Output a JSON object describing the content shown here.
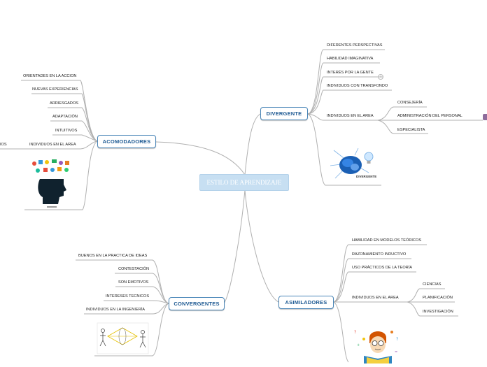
{
  "central": "ESTILO DE APRENDIZAJE",
  "branches": {
    "acomodadores": "ACOMODADORES",
    "divergente": "DIVERGENTE",
    "convergentes": "CONVERGENTES",
    "asimiladores": "ASIMILADORES"
  },
  "acomodadores_items": [
    "ORIENTADES EN LA ACCION",
    "NUEVAS EXPERIENCIAS",
    "ARRIESGADOS",
    "ADAPTACIÓN",
    "INTUITIVOS",
    "INDIVIDUOS EN EL AREA"
  ],
  "acomodadores_sub": "IOS",
  "divergente_items": [
    "DIFERENTES PERSPECTIVAS",
    "HABILIDAD IMAGINATIVA",
    "INTERÉS POR LA GENTE",
    "INDIVIDUOS CON TRANSFONDO",
    "INDIVIDUOS EN EL AREA"
  ],
  "divergente_sub": [
    "CONSEJERÍA",
    "ADMINISTRACIÓN DEL PERSONAL",
    "ESPECIALISTA"
  ],
  "divergente_image_caption": "DIVERGENTE",
  "convergentes_items": [
    "BUENOS EN LA PRACTICA DE IDEAS",
    "CONTESTACIÓN",
    "SON EMOTIVOS",
    "INTERESES TECNICOS",
    "INDIVIDUOS EN LA INGENIERÍA"
  ],
  "asimiladores_items": [
    "HABILIDAD EN MODELOS TEÓRICOS",
    "RAZONAMIENTO INDUCTIVO",
    "USO PRÁCTICOS DE LA TEORÍA",
    "INDIVIDUOS EN EL AREA"
  ],
  "asimiladores_sub": [
    "CIENCIAS",
    "PLANIFICACIÓN",
    "INVESTIGACIÓN"
  ],
  "colors": {
    "node_border": "#4a86b8",
    "node_text": "#1e5a93",
    "central_bg": "#c7dff2",
    "connector": "#b0b0b0"
  }
}
